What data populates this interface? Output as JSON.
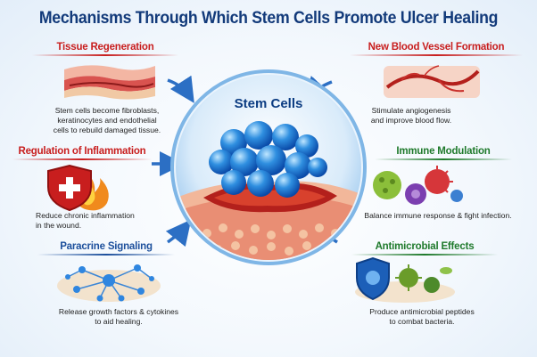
{
  "title": "Mechanisms Through Which Stem Cells Promote Ulcer Healing",
  "center": {
    "label": "Stem Cells"
  },
  "colors": {
    "red_heading": "#c81e1e",
    "green_heading": "#1f7a2c",
    "blue_heading": "#1c4f9c",
    "title": "#123a7a"
  },
  "panels": {
    "tissue_regeneration": {
      "heading": "Tissue Regeneration",
      "description": "Stem cells become fibroblasts,\nkeratinocytes and endothelial\ncells to rebuild damaged tissue."
    },
    "new_blood_vessel": {
      "heading": "New Blood Vessel Formation",
      "description": "Stimulate angiogenesis\nand improve blood flow."
    },
    "regulation_inflammation": {
      "heading": "Regulation of Inflammation",
      "description": "Reduce chronic inflammation\nin the wound."
    },
    "immune_modulation": {
      "heading": "Immune Modulation",
      "description": "Balance immune response & fight infection."
    },
    "paracrine_signaling": {
      "heading": "Paracrine Signaling",
      "description": "Release growth factors & cytokines\nto aid healing."
    },
    "antimicrobial_effects": {
      "heading": "Antimicrobial Effects",
      "description": "Produce antimicrobial peptides\nto combat bacteria."
    }
  }
}
